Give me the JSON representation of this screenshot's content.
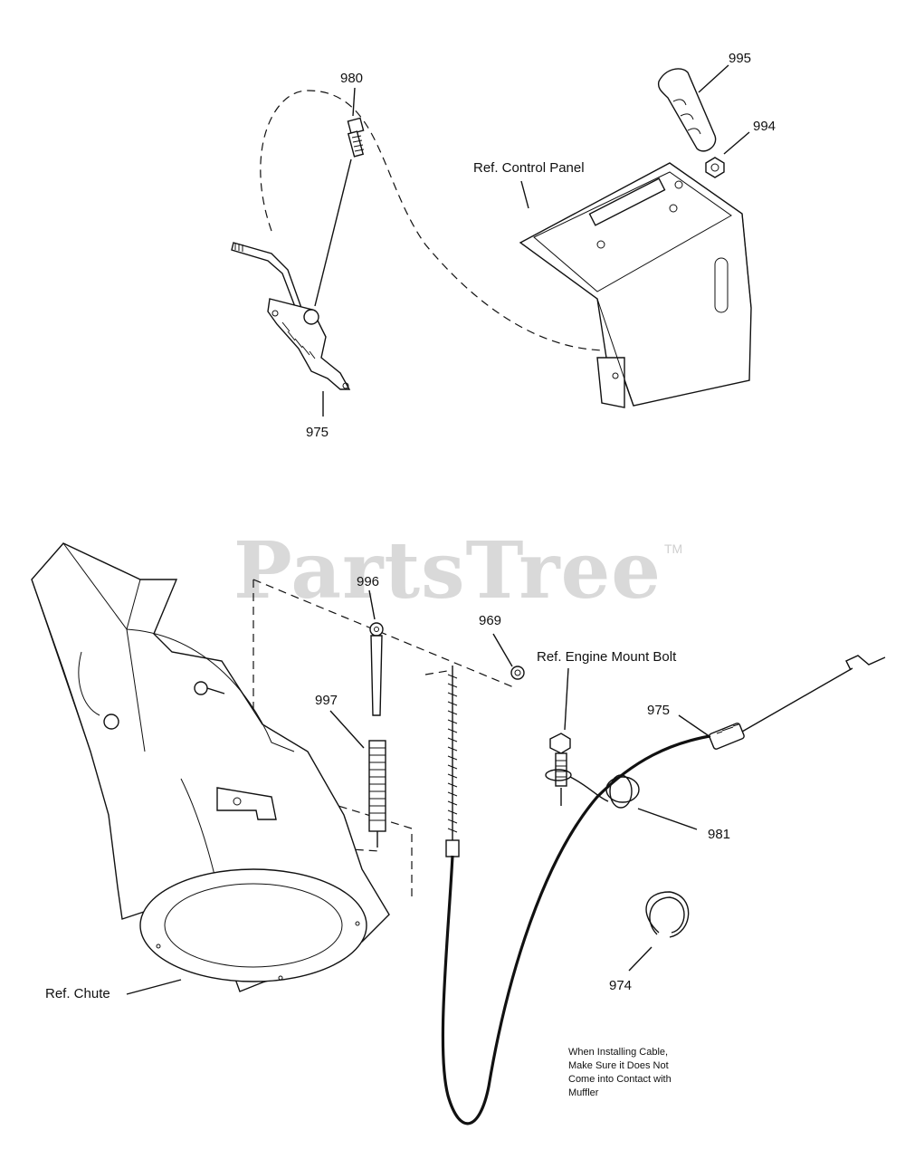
{
  "watermark": {
    "brand": "PartsTree",
    "mark": "TM"
  },
  "labels": {
    "p980": "980",
    "p995": "995",
    "p994": "994",
    "control_panel": "Ref. Control Panel",
    "p975_top": "975",
    "p996": "996",
    "p969": "969",
    "p997": "997",
    "engine_mount": "Ref. Engine Mount Bolt",
    "p975_bottom": "975",
    "p981": "981",
    "chute": "Ref.  Chute",
    "p974": "974"
  },
  "note": {
    "line1": "When Installing Cable,",
    "line2": "Make Sure it Does Not",
    "line3": "Come into Contact with",
    "line4": "Muffler"
  }
}
